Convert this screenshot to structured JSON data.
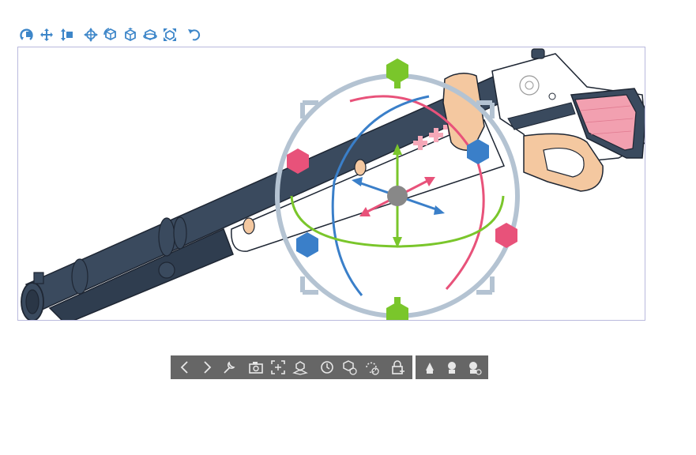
{
  "colors": {
    "toolbar_icon": "#3d86c9",
    "viewport_border": "#b9b9dd",
    "launcher_bg": "#666666",
    "launcher_icon": "#e8e8e8",
    "manipulator_ring": "#b4c3d2",
    "x_axis": "#e8527a",
    "y_axis": "#7ac62b",
    "z_axis": "#3a7fc9",
    "gun_body": "#3a4a5e",
    "gun_panel": "#ffffff",
    "gun_wood": "#f4c8a0",
    "grip_pink": "#f2a0b0"
  },
  "top_toolbar": {
    "icons": [
      "rotate-camera-icon",
      "pan-camera-icon",
      "zoom-camera-icon",
      "move-xy-icon",
      "rotate-object-icon",
      "move-object-icon",
      "rotate-object-alt-icon",
      "scale-object-icon",
      "reset-camera-icon"
    ]
  },
  "manipulator": {
    "handles": [
      "y-top-handle",
      "y-bottom-handle",
      "x-left-handle",
      "x-right-handle",
      "z-left-handle",
      "z-right-handle",
      "center-handle"
    ]
  },
  "launcher": {
    "group1": [
      "previous-object-icon",
      "next-object-icon",
      "object-settings-icon",
      "camera-icon",
      "fit-view-icon",
      "place-on-floor-icon",
      "reset-rotation-icon",
      "reset-object-icon",
      "reset-all-icon",
      "lock-icon"
    ],
    "group2": [
      "light-1-icon",
      "light-2-icon",
      "light-3-icon"
    ]
  }
}
